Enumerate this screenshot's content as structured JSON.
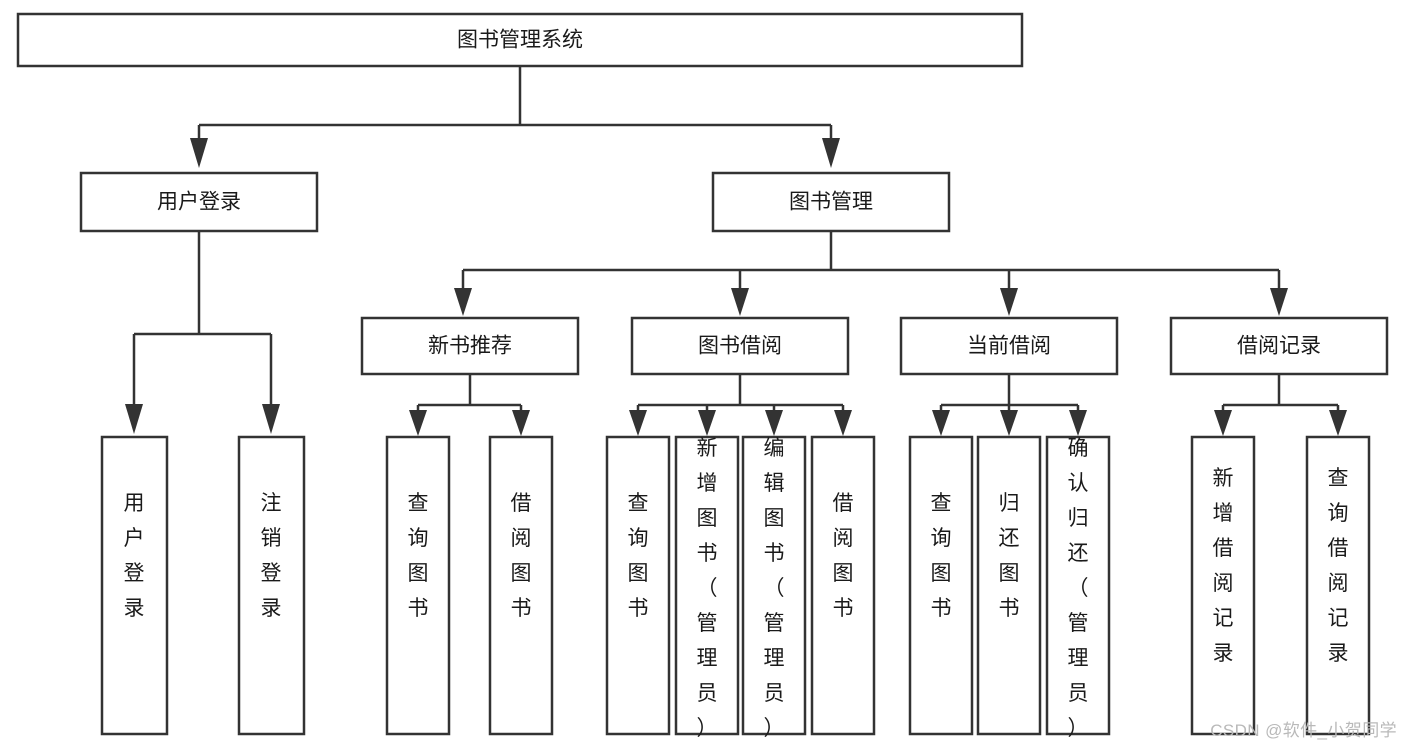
{
  "diagram": {
    "type": "tree-hierarchy-chart",
    "title": "图书管理系统",
    "watermark": "CSDN @软件_小贺同学",
    "colors": {
      "stroke": "#333333",
      "box_fill": "#ffffff",
      "text": "#1a1a1a",
      "background": "#ffffff",
      "watermark": "#b9b9b9"
    },
    "levels": [
      {
        "level": 1,
        "nodes": [
          {
            "id": "root",
            "label": "图书管理系统",
            "orientation": "horizontal"
          }
        ]
      },
      {
        "level": 2,
        "nodes": [
          {
            "id": "user-login",
            "label": "用户登录",
            "orientation": "horizontal",
            "parent": "root"
          },
          {
            "id": "book-mgmt",
            "label": "图书管理",
            "orientation": "horizontal",
            "parent": "root"
          }
        ]
      },
      {
        "level": 3,
        "nodes": [
          {
            "id": "new-book-rec",
            "label": "新书推荐",
            "orientation": "horizontal",
            "parent": "book-mgmt"
          },
          {
            "id": "book-borrow",
            "label": "图书借阅",
            "orientation": "horizontal",
            "parent": "book-mgmt"
          },
          {
            "id": "current-borrow",
            "label": "当前借阅",
            "orientation": "horizontal",
            "parent": "book-mgmt"
          },
          {
            "id": "borrow-record",
            "label": "借阅记录",
            "orientation": "horizontal",
            "parent": "book-mgmt"
          }
        ]
      },
      {
        "level": 4,
        "nodes": [
          {
            "id": "leaf-user-login",
            "label": "用户登录",
            "orientation": "vertical",
            "parent": "user-login"
          },
          {
            "id": "leaf-user-logout",
            "label": "注销登录",
            "orientation": "vertical",
            "parent": "user-login"
          },
          {
            "id": "leaf-rec-query",
            "label": "查询图书",
            "orientation": "vertical",
            "parent": "new-book-rec"
          },
          {
            "id": "leaf-rec-borrow",
            "label": "借阅图书",
            "orientation": "vertical",
            "parent": "new-book-rec"
          },
          {
            "id": "leaf-borrow-query",
            "label": "查询图书",
            "orientation": "vertical",
            "parent": "book-borrow"
          },
          {
            "id": "leaf-borrow-add",
            "label": "新增图书（管理员）",
            "orientation": "vertical",
            "parent": "book-borrow"
          },
          {
            "id": "leaf-borrow-edit",
            "label": "编辑图书（管理员）",
            "orientation": "vertical",
            "parent": "book-borrow"
          },
          {
            "id": "leaf-borrow-lend",
            "label": "借阅图书",
            "orientation": "vertical",
            "parent": "book-borrow"
          },
          {
            "id": "leaf-current-query",
            "label": "查询图书",
            "orientation": "vertical",
            "parent": "current-borrow"
          },
          {
            "id": "leaf-current-return",
            "label": "归还图书",
            "orientation": "vertical",
            "parent": "current-borrow"
          },
          {
            "id": "leaf-current-confirm",
            "label": "确认归还（管理员）",
            "orientation": "vertical",
            "parent": "current-borrow"
          },
          {
            "id": "leaf-record-add",
            "label": "新增借阅记录",
            "orientation": "vertical",
            "parent": "borrow-record"
          },
          {
            "id": "leaf-record-query",
            "label": "查询借阅记录",
            "orientation": "vertical",
            "parent": "borrow-record"
          }
        ]
      }
    ]
  }
}
